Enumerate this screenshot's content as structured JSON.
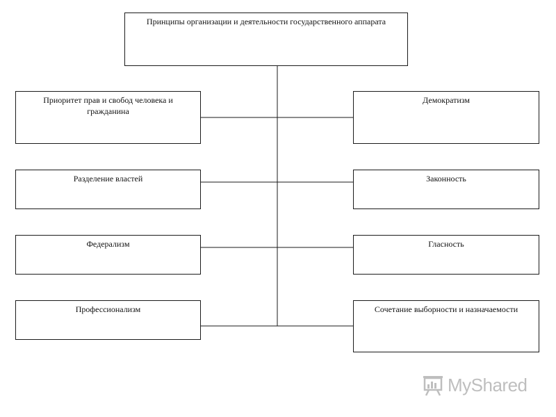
{
  "diagram": {
    "root": "Принципы организации и деятельности государственного аппарата",
    "left_items": [
      "Приоритет прав и свобод человека и гражданина",
      "Разделение властей",
      "Федерализм",
      "Профессионализм"
    ],
    "right_items": [
      "Демократизм",
      "Законность",
      "Гласность",
      "Сочетание выборности и назначаемости"
    ]
  },
  "watermark": {
    "text": "MyShared",
    "icon": "presentation-board-icon",
    "color": "#8a8a8a"
  },
  "colors": {
    "line": "#1a1a1a",
    "background": "#ffffff"
  }
}
